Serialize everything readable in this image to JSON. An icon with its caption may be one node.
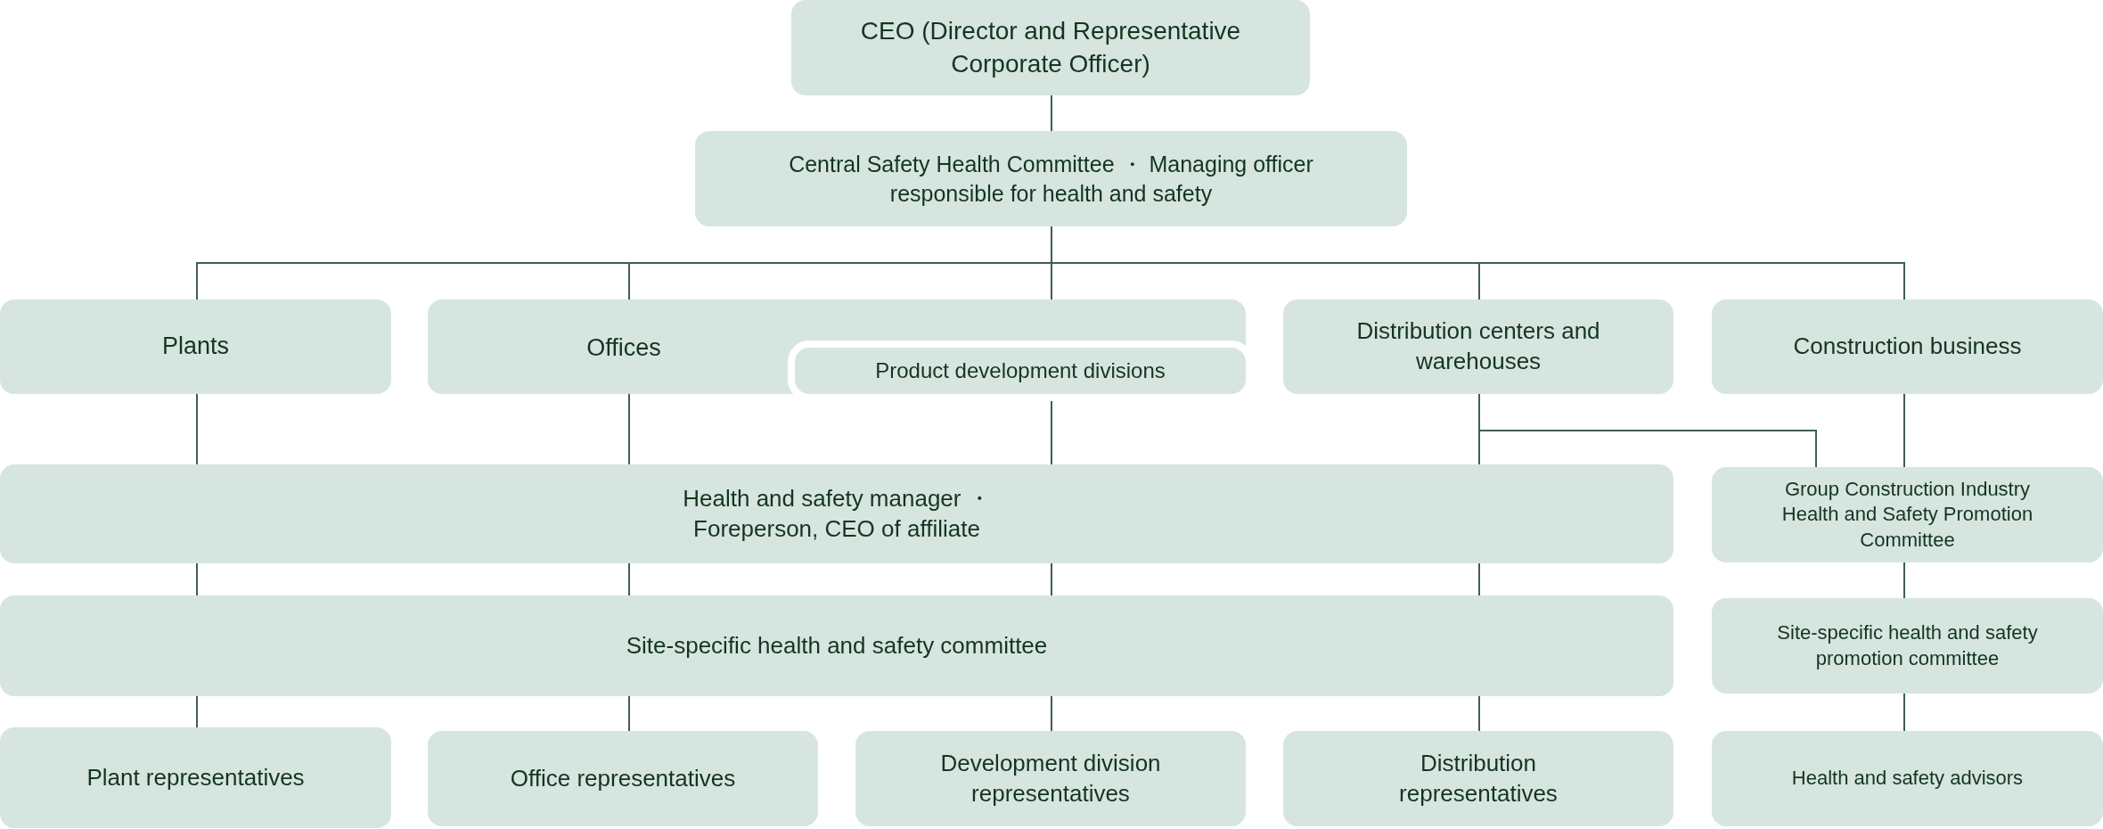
{
  "diagram": {
    "nodes": [
      {
        "text": [
          "CEO (Director and Representative Corporate Officer)"
        ]
      },
      {
        "text": [
          "Central Safety Health Committee ・ Managing officer responsible for health and safety"
        ]
      },
      {
        "text": [
          "Plants"
        ]
      },
      {
        "text": [
          "Offices"
        ]
      },
      {
        "text": [
          "Product development divisions"
        ],
        "in": 3
      },
      {
        "text": [
          "Distribution centers and warehouses"
        ]
      },
      {
        "text": [
          "Construction business"
        ]
      },
      {
        "text": [
          "Health and safety manager ・ Foreperson, CEO of affiliate"
        ]
      },
      {
        "text": [
          "Group Construction Industry Health and Safety Promotion Committee"
        ]
      },
      {
        "text": [
          "Site-specific health and safety committee"
        ]
      },
      {
        "text": [
          "Site-specific health and safety promotion committee"
        ]
      },
      {
        "text": [
          "Plant representatives"
        ]
      },
      {
        "text": [
          "Office representatives"
        ]
      },
      {
        "text": [
          "Development division representatives"
        ]
      },
      {
        "text": [
          "Distribution representatives"
        ]
      },
      {
        "text": [
          "Health and safety advisors"
        ]
      }
    ],
    "edges": [
      {
        "from": 0,
        "to": 1,
        "arrow": "none"
      },
      {
        "from": 1,
        "to": 2,
        "arrow": "none"
      },
      {
        "from": 1,
        "to": 3,
        "arrow": "none"
      },
      {
        "from": 1,
        "to": 3,
        "arrow": "none"
      },
      {
        "from": 1,
        "to": 5,
        "arrow": "none"
      },
      {
        "from": 1,
        "to": 6,
        "arrow": "none"
      },
      {
        "from": 2,
        "to": 7,
        "arrow": "none"
      },
      {
        "from": 3,
        "to": 7,
        "arrow": "none"
      },
      {
        "from": 4,
        "to": 7,
        "arrow": "none"
      },
      {
        "from": 5,
        "to": 7,
        "arrow": "none"
      },
      {
        "from": 5,
        "to": 8,
        "arrow": "none"
      },
      {
        "from": 6,
        "to": 8,
        "arrow": "none"
      },
      {
        "from": 7,
        "to": 9,
        "arrow": "none"
      },
      {
        "from": 7,
        "to": 9,
        "arrow": "none"
      },
      {
        "from": 7,
        "to": 9,
        "arrow": "none"
      },
      {
        "from": 7,
        "to": 9,
        "arrow": "none"
      },
      {
        "from": 8,
        "to": 10,
        "arrow": "none"
      },
      {
        "from": 9,
        "to": 11,
        "arrow": "none"
      },
      {
        "from": 9,
        "to": 12,
        "arrow": "none"
      },
      {
        "from": 9,
        "to": 13,
        "arrow": "none"
      },
      {
        "from": 9,
        "to": 14,
        "arrow": "none"
      },
      {
        "from": 10,
        "to": 15,
        "arrow": "none"
      }
    ]
  }
}
